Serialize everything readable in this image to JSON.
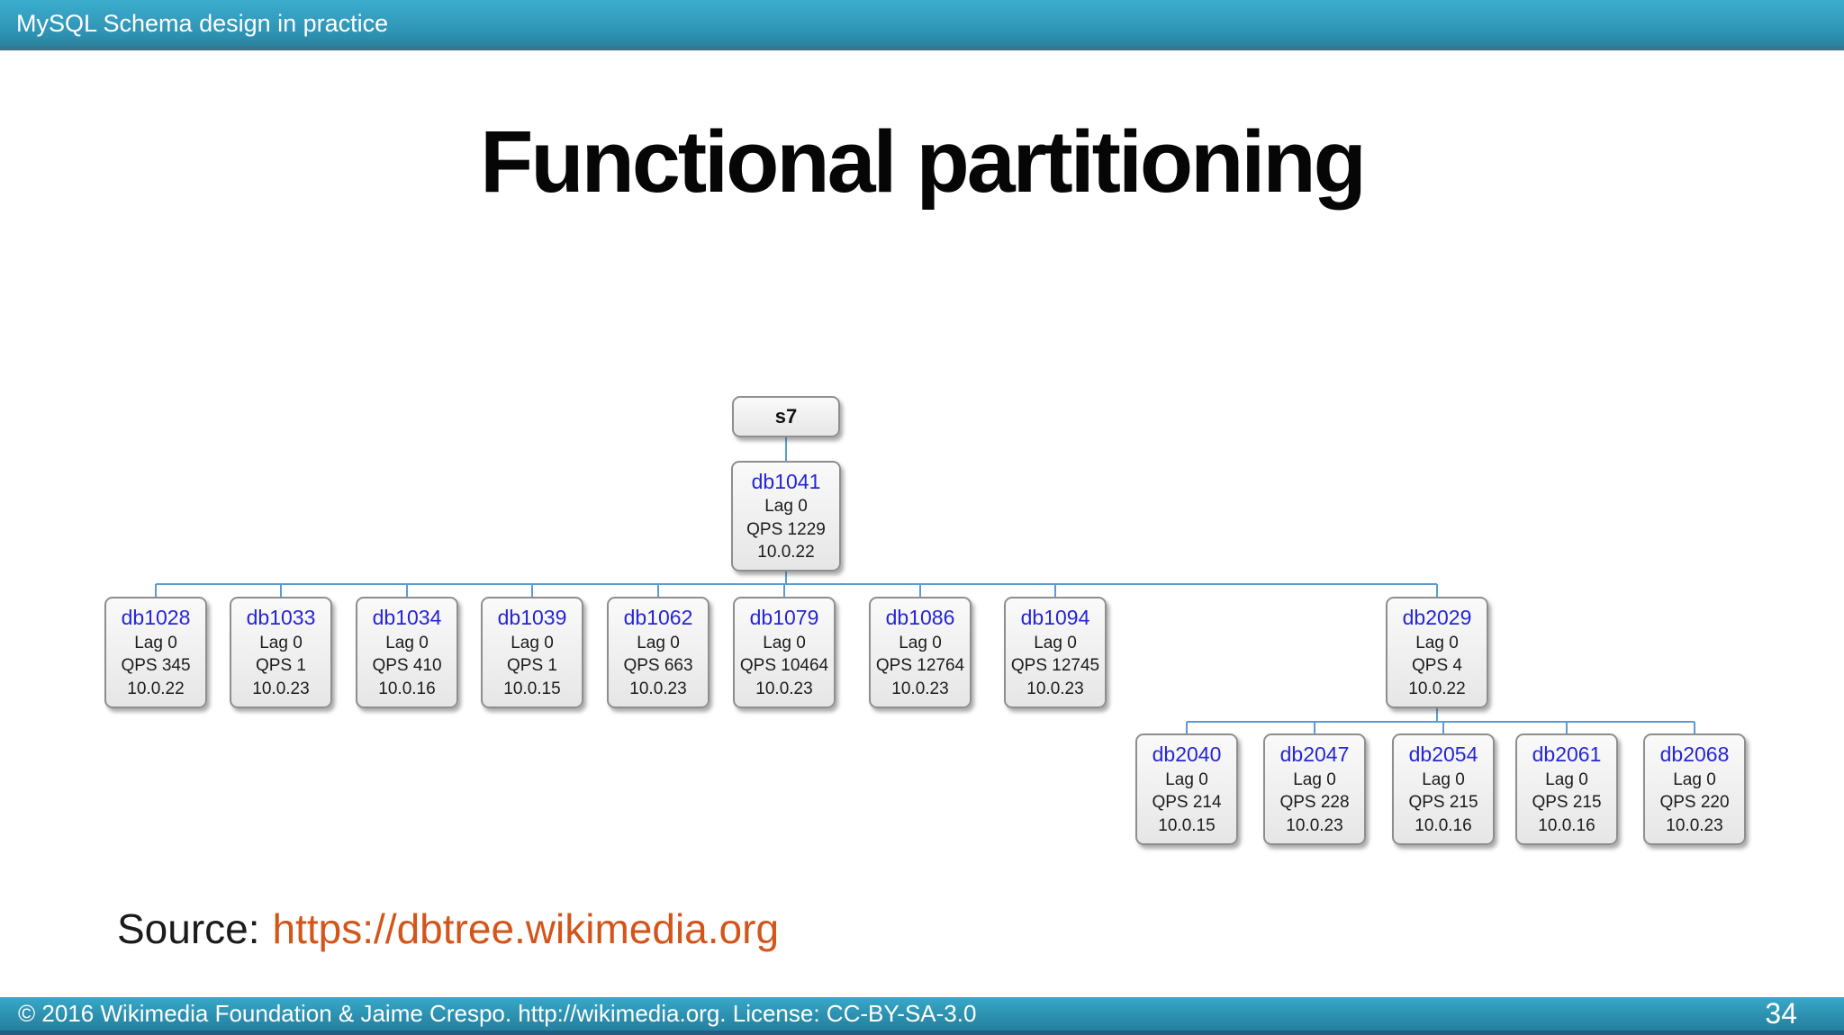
{
  "top_bar": {
    "title": "MySQL Schema design in practice"
  },
  "slide": {
    "title": "Functional partitioning"
  },
  "source": {
    "label": "Source:",
    "url": "https://dbtree.wikimedia.org"
  },
  "footer": {
    "copyright": "© 2016 Wikimedia Foundation & Jaime Crespo. http://wikimedia.org. License: CC-BY-SA-3.0",
    "page_number": "34"
  },
  "colors": {
    "bar_cyan_top": "#3cadce",
    "bar_cyan_bottom": "#2b809d",
    "node_link_blue": "#2525d6",
    "connector_blue": "#5b9bd5",
    "source_link_orange": "#d4551a"
  },
  "tree": {
    "root": {
      "name": "s7"
    },
    "master": {
      "name": "db1041",
      "lag": "Lag 0",
      "qps": "QPS 1229",
      "ip": "10.0.22"
    },
    "replicas": [
      {
        "name": "db1028",
        "lag": "Lag 0",
        "qps": "QPS 345",
        "ip": "10.0.22"
      },
      {
        "name": "db1033",
        "lag": "Lag 0",
        "qps": "QPS 1",
        "ip": "10.0.23"
      },
      {
        "name": "db1034",
        "lag": "Lag 0",
        "qps": "QPS 410",
        "ip": "10.0.16"
      },
      {
        "name": "db1039",
        "lag": "Lag 0",
        "qps": "QPS 1",
        "ip": "10.0.15"
      },
      {
        "name": "db1062",
        "lag": "Lag 0",
        "qps": "QPS 663",
        "ip": "10.0.23"
      },
      {
        "name": "db1079",
        "lag": "Lag 0",
        "qps": "QPS 10464",
        "ip": "10.0.23"
      },
      {
        "name": "db1086",
        "lag": "Lag 0",
        "qps": "QPS 12764",
        "ip": "10.0.23"
      },
      {
        "name": "db1094",
        "lag": "Lag 0",
        "qps": "QPS 12745",
        "ip": "10.0.23"
      },
      {
        "name": "db2029",
        "lag": "Lag 0",
        "qps": "QPS 4",
        "ip": "10.0.22"
      }
    ],
    "secondary_replicas": [
      {
        "name": "db2040",
        "lag": "Lag 0",
        "qps": "QPS 214",
        "ip": "10.0.15"
      },
      {
        "name": "db2047",
        "lag": "Lag 0",
        "qps": "QPS 228",
        "ip": "10.0.23"
      },
      {
        "name": "db2054",
        "lag": "Lag 0",
        "qps": "QPS 215",
        "ip": "10.0.16"
      },
      {
        "name": "db2061",
        "lag": "Lag 0",
        "qps": "QPS 215",
        "ip": "10.0.16"
      },
      {
        "name": "db2068",
        "lag": "Lag 0",
        "qps": "QPS 220",
        "ip": "10.0.23"
      }
    ]
  }
}
